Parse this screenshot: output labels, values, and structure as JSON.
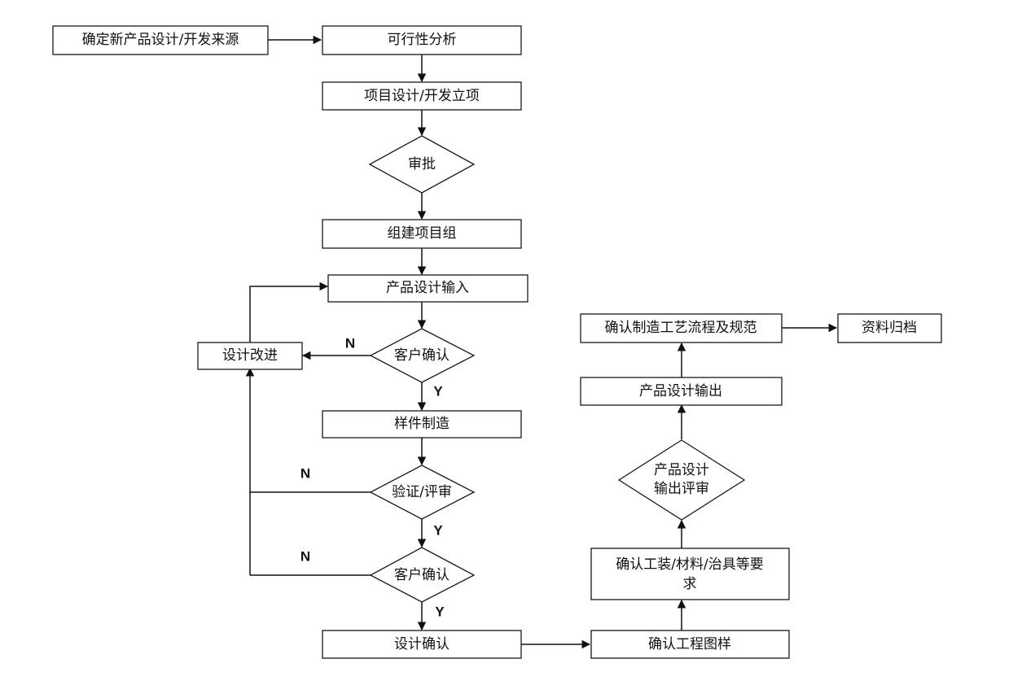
{
  "diagram": {
    "nodes": {
      "source": "确定新产品设计/开发来源",
      "feasibility": "可行性分析",
      "project_setup": "项目设计/开发立项",
      "approval": "审批",
      "team": "组建项目组",
      "design_input": "产品设计输入",
      "customer_confirm_1": "客户确认",
      "design_improve": "设计改进",
      "sample_making": "样件制造",
      "verify_review": "验证/评审",
      "customer_confirm_2": "客户确认",
      "design_confirm": "设计确认",
      "confirm_drawings": "确认工程图样",
      "confirm_tooling_line1": "确认工装/材料/治具等要",
      "confirm_tooling_line2": "求",
      "output_review_line1": "产品设计",
      "output_review_line2": "输出评审",
      "design_output": "产品设计输出",
      "process_spec": "确认制造工艺流程及规范",
      "archive": "资料归档"
    },
    "edge_labels": {
      "n1": "N",
      "y1": "Y",
      "n2": "N",
      "y2": "Y",
      "n3": "N",
      "y3": "Y"
    }
  }
}
